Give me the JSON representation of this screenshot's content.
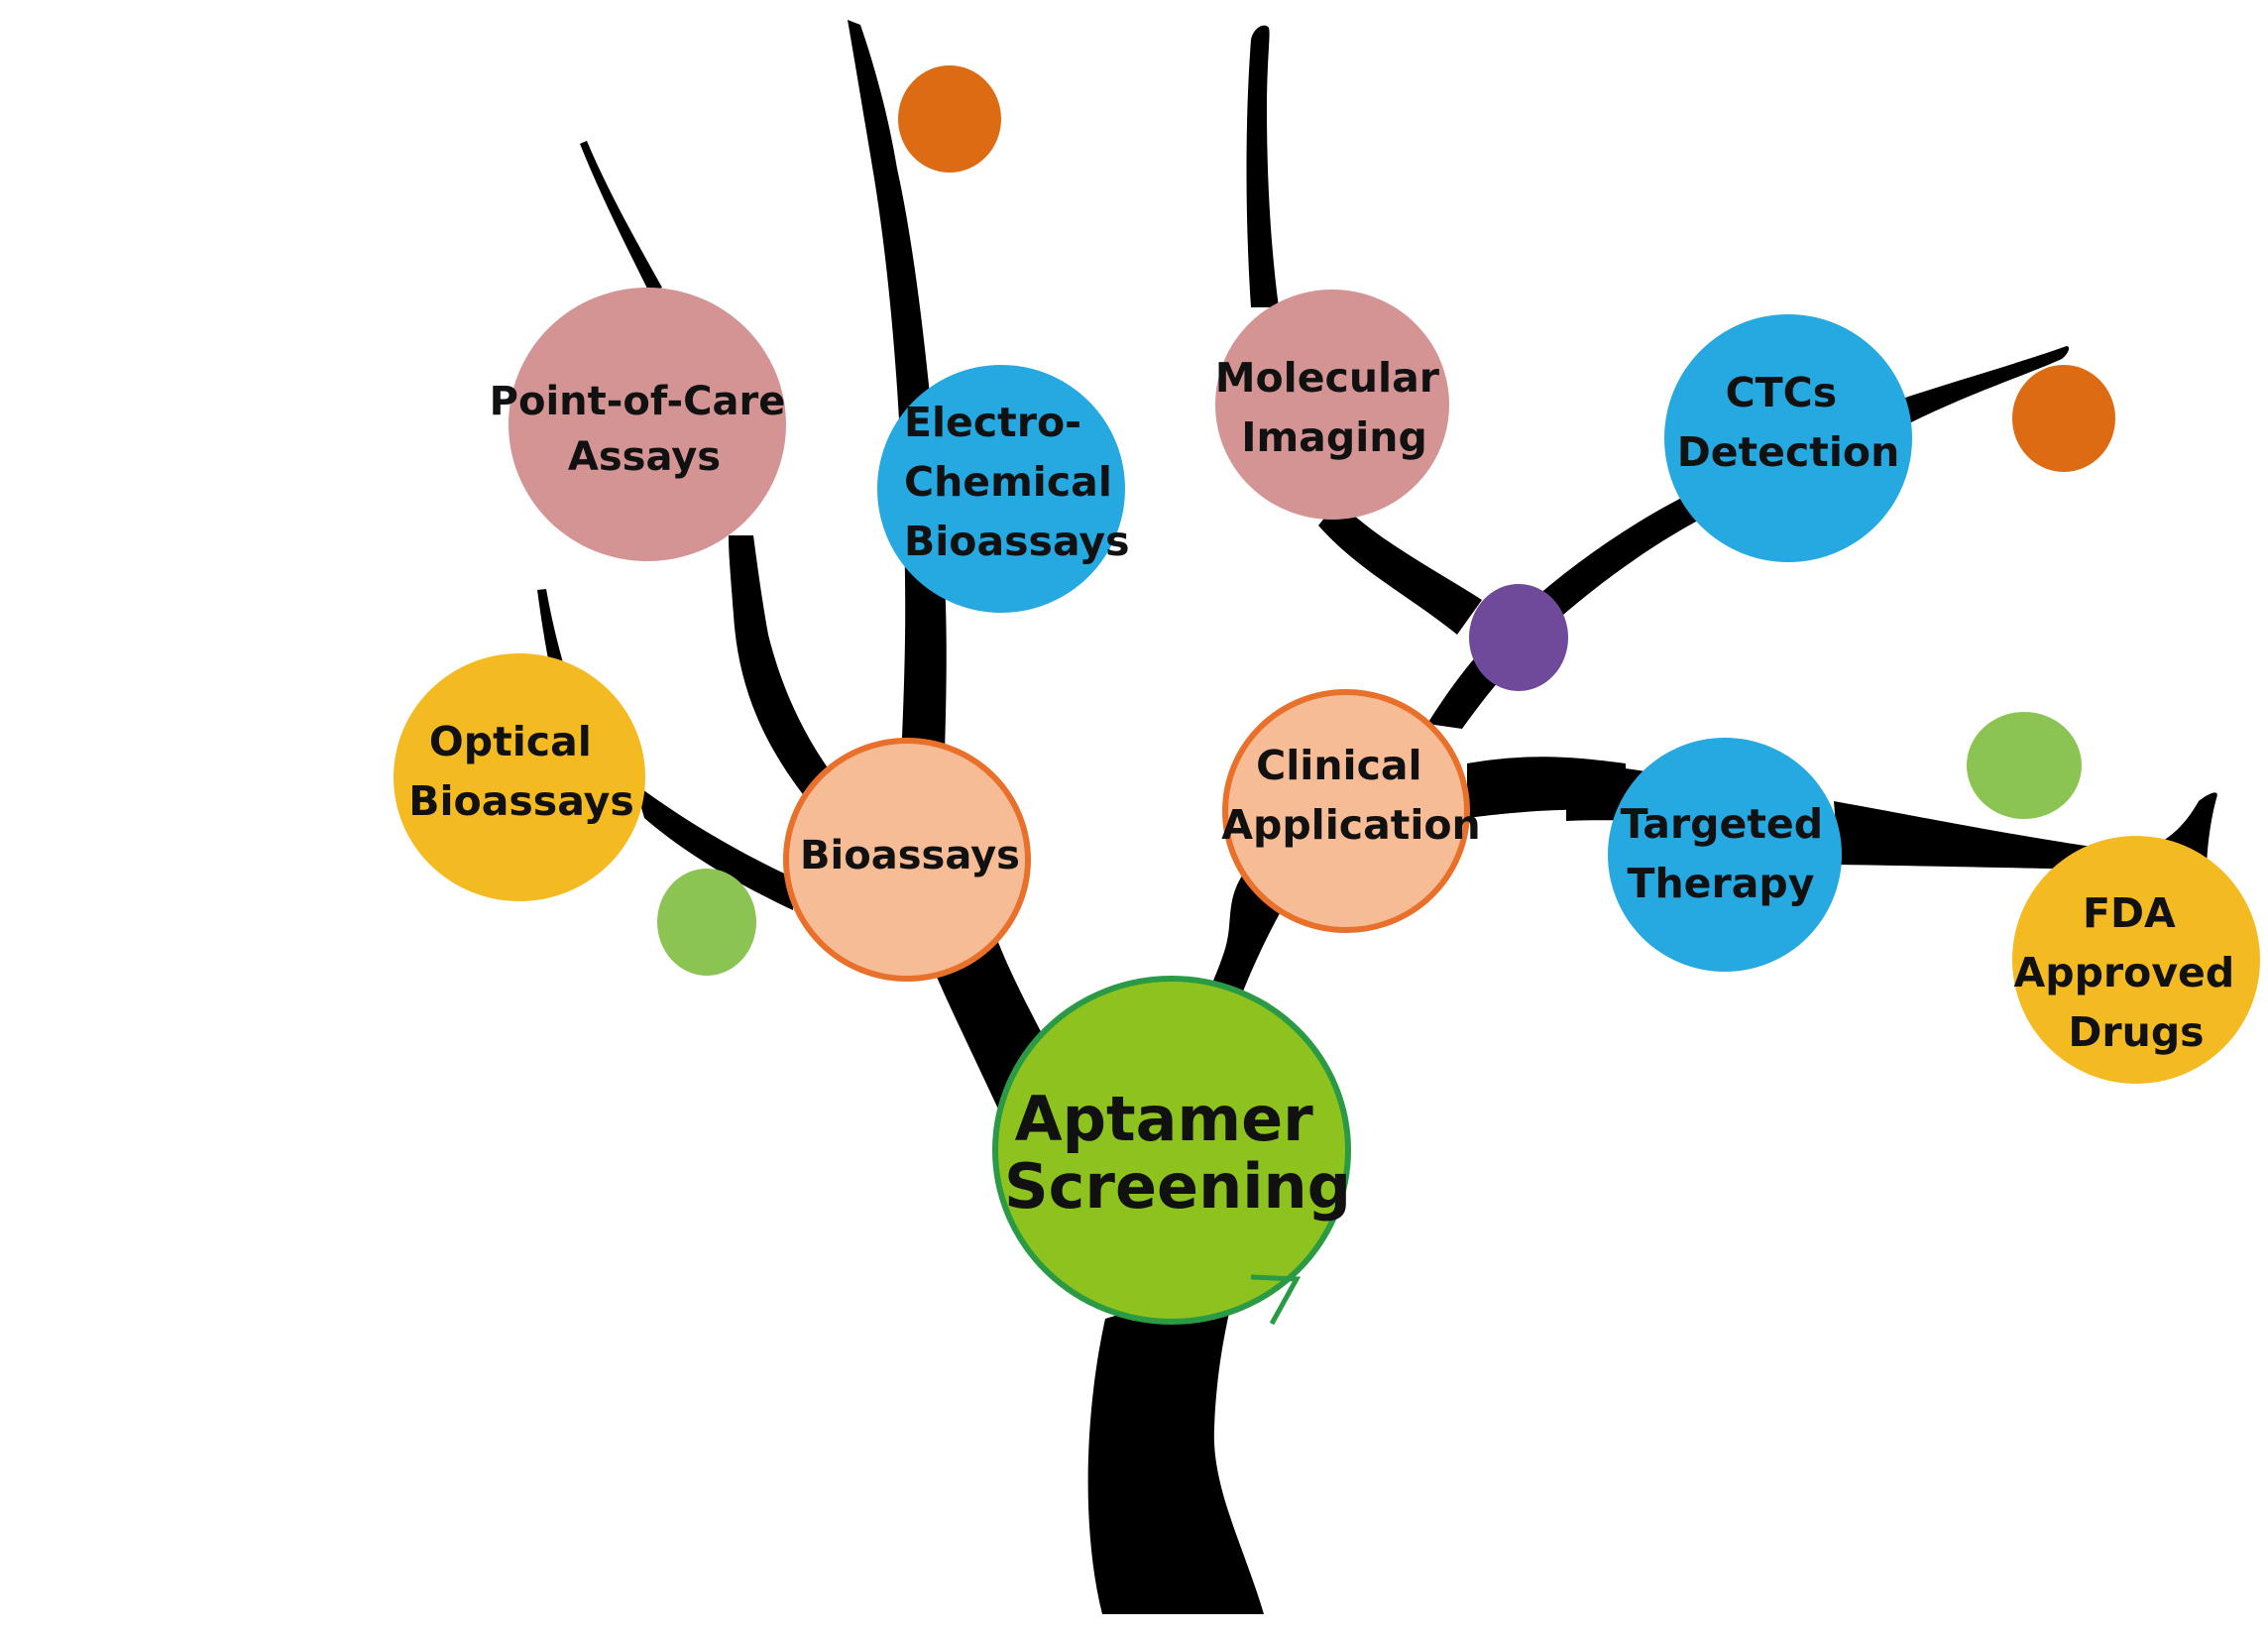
{
  "colors": {
    "branch": "#000000",
    "pink": "#D49494",
    "blue": "#26A8E0",
    "yellow": "#F4BA22",
    "peach": "#F5BC95",
    "peach_border": "#E8702A",
    "green_root": "#8DC21F",
    "green_root_border": "#2A9A44",
    "orange_dot": "#DD6B14",
    "green_dot": "#8CC453",
    "purple_dot": "#6F4A9B"
  },
  "nodes": {
    "root": {
      "lines": [
        "Aptamer",
        "Screening"
      ]
    },
    "bioassays": {
      "lines": [
        "Bioassays"
      ]
    },
    "clinical": {
      "lines": [
        "Clinical",
        "Application"
      ]
    },
    "point_of_care": {
      "lines": [
        "Point-of-Care",
        "Assays"
      ]
    },
    "electrochemical": {
      "lines": [
        "Electro-",
        "Chemical",
        "Bioassays"
      ]
    },
    "optical": {
      "lines": [
        "Optical",
        "Bioassays"
      ]
    },
    "molecular_imaging": {
      "lines": [
        "Molecular",
        "Imaging"
      ]
    },
    "ctcs": {
      "lines": [
        "CTCs",
        "Detection"
      ]
    },
    "targeted": {
      "lines": [
        "Targeted",
        "Therapy"
      ]
    },
    "fda": {
      "lines": [
        "FDA",
        "Approved",
        "Drugs"
      ]
    }
  }
}
